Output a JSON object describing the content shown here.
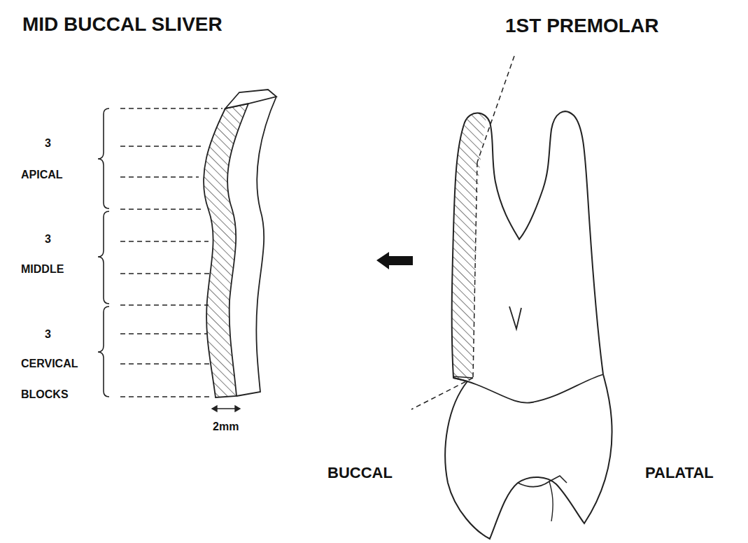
{
  "diagram": {
    "labels": [
      "MID BUCCAL SLIVER",
      "1ST PREMOLAR",
      "3",
      "APICAL",
      "3",
      "MIDDLE",
      "3",
      "CERVICAL",
      "BLOCKS",
      "2mm",
      "BUCCAL",
      "PALATAL"
    ]
  }
}
